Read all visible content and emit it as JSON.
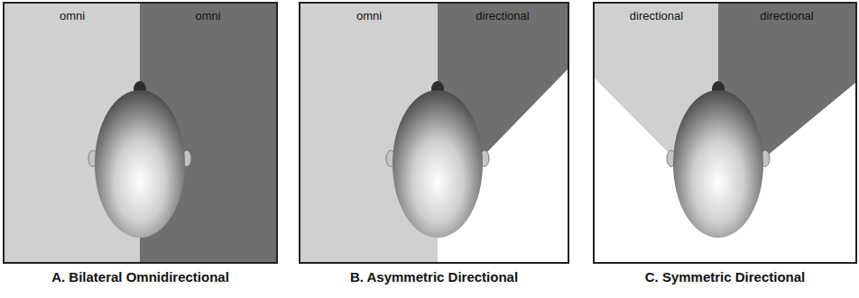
{
  "diagram": {
    "nodes": [
      {
        "text": [
          "A. Bilateral Omnidirectional"
        ]
      },
      {
        "text": [
          "omni"
        ],
        "in": 0
      },
      {
        "text": [
          "omni"
        ],
        "in": 0
      },
      {
        "text": [
          "B. Asymmetric Directional"
        ]
      },
      {
        "text": [
          "omni"
        ],
        "in": 3
      },
      {
        "text": [
          "directional"
        ],
        "in": 3
      },
      {
        "text": [
          "C. Symmetric Directional"
        ]
      },
      {
        "text": [
          "directional"
        ],
        "in": 6
      },
      {
        "text": [
          "directional"
        ],
        "in": 6
      }
    ]
  }
}
